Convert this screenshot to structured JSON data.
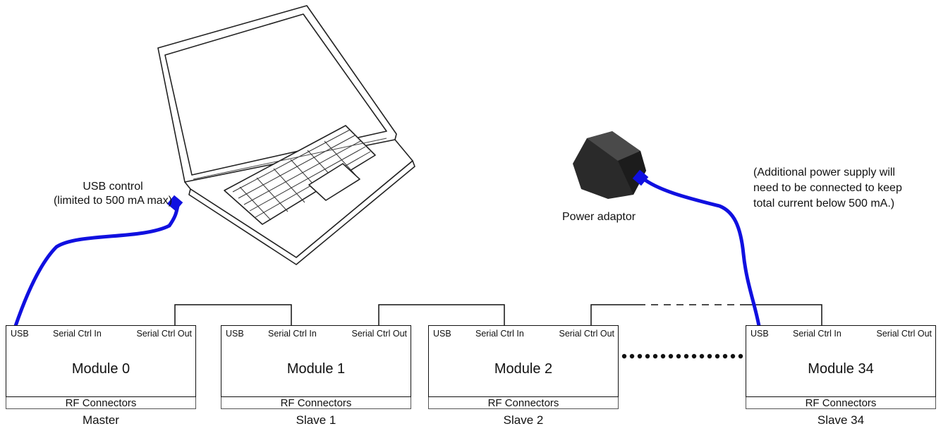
{
  "laptop": {
    "usb_label_line1": "USB control",
    "usb_label_line2": "(limited to 500 mA max)"
  },
  "power_adaptor": {
    "label": "Power adaptor"
  },
  "note": {
    "line1": "(Additional power supply will",
    "line2": "need to be connected to keep",
    "line3": "total current below 500 mA.)"
  },
  "ports": {
    "usb": "USB",
    "serial_in": "Serial Ctrl In",
    "serial_out": "Serial Ctrl Out"
  },
  "modules": [
    {
      "name": "Module 0",
      "rf": "RF Connectors",
      "role": "Master"
    },
    {
      "name": "Module 1",
      "rf": "RF Connectors",
      "role": "Slave 1"
    },
    {
      "name": "Module 2",
      "rf": "RF Connectors",
      "role": "Slave 2"
    },
    {
      "name": "Module 34",
      "rf": "RF Connectors",
      "role": "Slave 34"
    }
  ],
  "colors": {
    "cable": "#1010e0",
    "line": "#111111",
    "adaptor": "#2a2a2a"
  }
}
